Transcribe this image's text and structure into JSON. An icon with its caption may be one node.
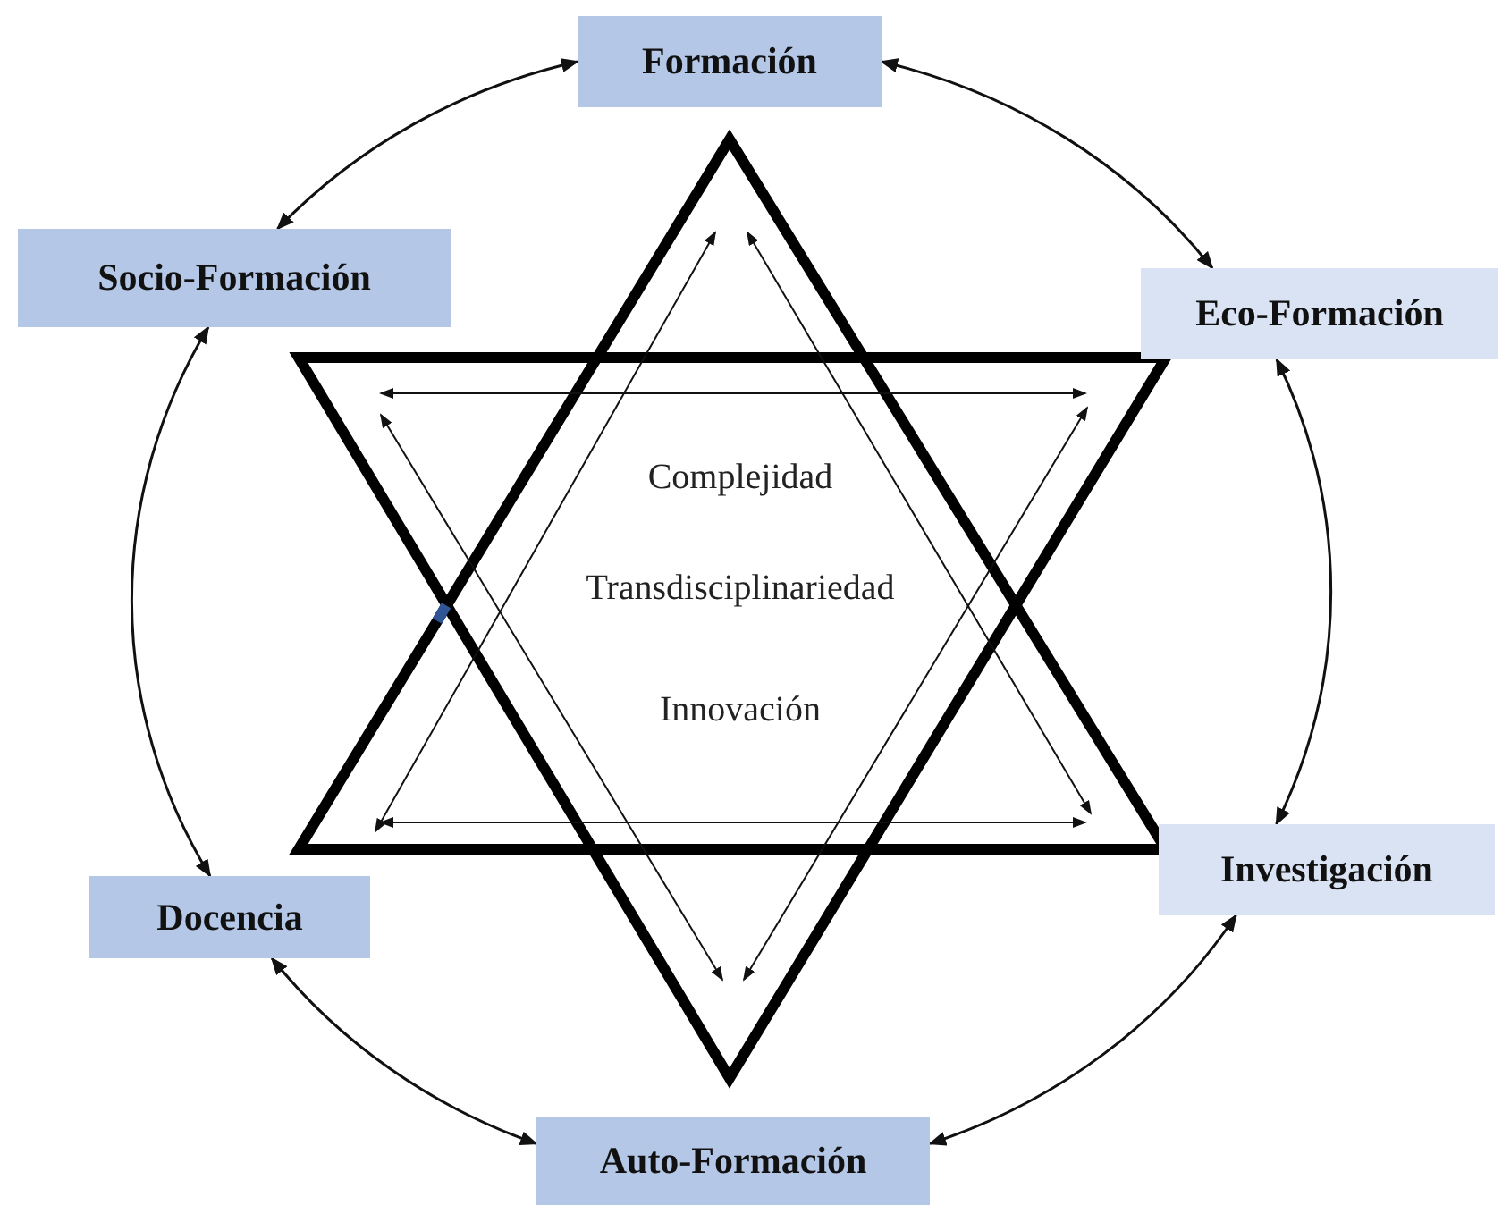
{
  "diagram": {
    "nodes": [
      {
        "text": [
          "Formación"
        ]
      },
      {
        "text": [
          "Eco-Formación"
        ]
      },
      {
        "text": [
          "Investigación"
        ]
      },
      {
        "text": [
          "Auto-Formación"
        ]
      },
      {
        "text": [
          "Docencia"
        ]
      },
      {
        "text": [
          "Socio-Formación"
        ]
      }
    ],
    "edges": [
      {
        "from": 0,
        "to": 1,
        "arrow": "both"
      },
      {
        "from": 1,
        "to": 2,
        "arrow": "both"
      },
      {
        "from": 2,
        "to": 3,
        "arrow": "both"
      },
      {
        "from": 3,
        "to": 4,
        "arrow": "both"
      },
      {
        "from": 4,
        "to": 5,
        "arrow": "both"
      },
      {
        "from": 5,
        "to": 0,
        "arrow": "both"
      }
    ],
    "labels": [
      "Complejidad",
      "Transdisciplinariedad",
      "Innovación"
    ]
  }
}
